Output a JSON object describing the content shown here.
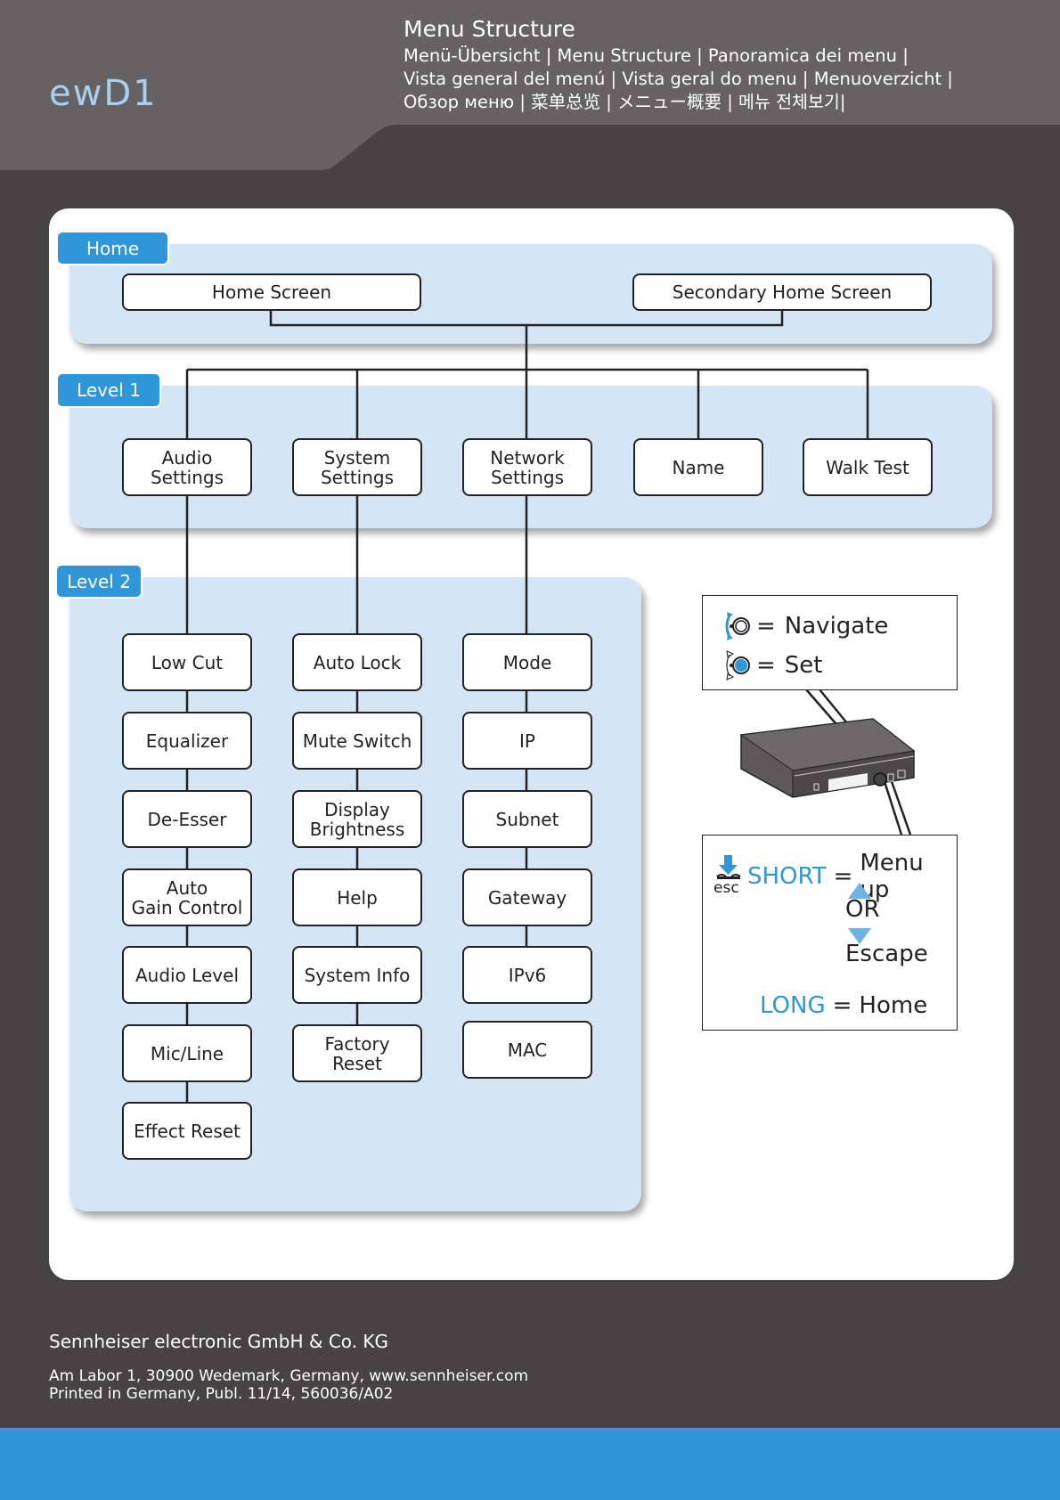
{
  "header": {
    "product": "ewD1",
    "title": "Menu Structure",
    "subtitle_lines": [
      "Menü-Übersicht | Menu Structure | Panoramica dei menu |",
      "Vista general del menú | Vista geral do menu | Menuoverzicht |",
      "Обзор меню | 菜单总览 | メニュー概要 | 메뉴 전체보기|"
    ]
  },
  "levels": {
    "home": {
      "label": "Home",
      "items": [
        "Home Screen",
        "Secondary Home Screen"
      ]
    },
    "level1": {
      "label": "Level 1",
      "items": [
        "Audio\nSettings",
        "System\nSettings",
        "Network\nSettings",
        "Name",
        "Walk Test"
      ]
    },
    "level2": {
      "label": "Level 2",
      "columns": [
        {
          "parent": "Audio Settings",
          "items": [
            "Low Cut",
            "Equalizer",
            "De-Esser",
            "Auto\nGain Control",
            "Audio Level",
            "Mic/Line",
            "Effect Reset"
          ]
        },
        {
          "parent": "System Settings",
          "items": [
            "Auto Lock",
            "Mute Switch",
            "Display\nBrightness",
            "Help",
            "System Info",
            "Factory\nReset"
          ]
        },
        {
          "parent": "Network Settings",
          "items": [
            "Mode",
            "IP",
            "Subnet",
            "Gateway",
            "IPv6",
            "MAC"
          ]
        }
      ]
    }
  },
  "legend": {
    "navigate": {
      "icon": "jog-dial-rotate-icon",
      "eq": "=",
      "label": "Navigate"
    },
    "set": {
      "icon": "jog-dial-press-icon",
      "eq": "=",
      "label": "Set"
    },
    "esc": {
      "icon_label": "esc",
      "short": "SHORT",
      "short_eq": "=",
      "short_action": "Menu up",
      "or": "OR",
      "escape": "Escape",
      "long": "LONG",
      "long_eq": "=",
      "long_action": "Home"
    }
  },
  "footer": {
    "company": "Sennheiser electronic GmbH & Co. KG",
    "address": "Am Labor 1, 30900 Wedemark, Germany, www.sennheiser.com",
    "print": "Printed in Germany, Publ. 11/14, 560036/A02"
  },
  "colors": {
    "accent_blue": "#2f96d9",
    "band_blue": "#d4e5f5",
    "header_grey": "#646263",
    "background": "#454344",
    "product_blue": "#a9cfee"
  }
}
